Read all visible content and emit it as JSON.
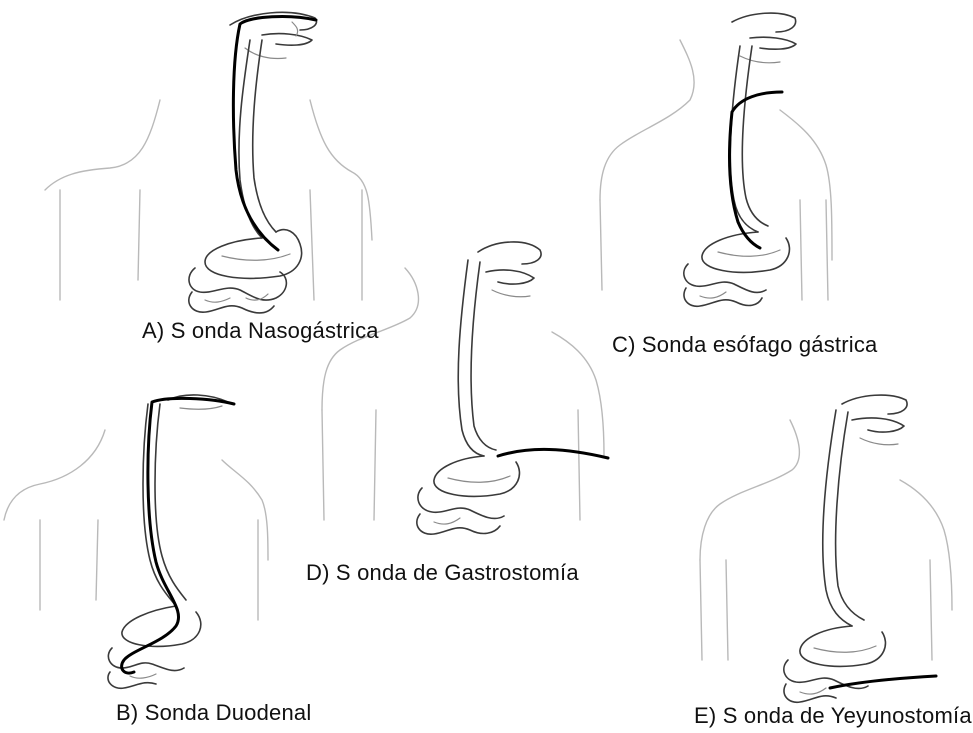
{
  "figure": {
    "panels": [
      {
        "id": "A",
        "caption": "A) S onda Nasogástrica"
      },
      {
        "id": "B",
        "caption": "B) Sonda Duodenal"
      },
      {
        "id": "C",
        "caption": "C) Sonda esófago gástrica"
      },
      {
        "id": "D",
        "caption": "D) S onda de Gastrostomía"
      },
      {
        "id": "E",
        "caption": "E) S onda de Yeyunostomía"
      }
    ]
  }
}
